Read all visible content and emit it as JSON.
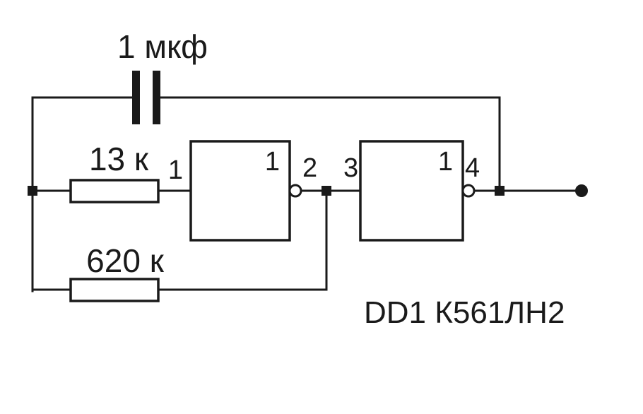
{
  "colors": {
    "ink": "#1a1a1a",
    "background": "#ffffff"
  },
  "diagram": {
    "capacitor_label": "1 мкф",
    "resistor1_label": "13 к",
    "resistor2_label": "620 к",
    "chip_label": "DD1 К561ЛН2",
    "gate1": {
      "symbol": "1",
      "input_pin": "1",
      "output_pin": "2"
    },
    "gate2": {
      "symbol": "1",
      "input_pin": "3",
      "output_pin": "4"
    }
  }
}
